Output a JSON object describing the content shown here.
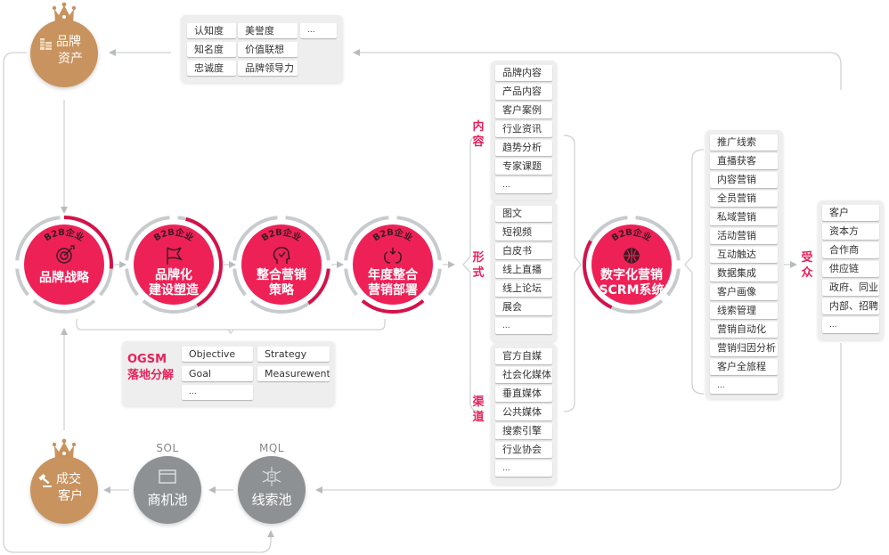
{
  "colors": {
    "accent_red": "#e8215a",
    "dark_red": "#c8103f",
    "gold": "#c8935e",
    "grey_circle": "#8e9194",
    "ring_grey": "#c8cbcd",
    "panel_bg": "#eeeeee",
    "line": "#c9cccf"
  },
  "brand_assets": {
    "label_line1": "品牌",
    "label_line2": "资产",
    "icon": "building-icon",
    "metrics": [
      "认知度",
      "美誉度",
      "...",
      "知名度",
      "价值联想",
      "忠诚度",
      "品牌领导力"
    ]
  },
  "b2b_badge": "B2B企业",
  "steps": [
    {
      "label_line1": "品牌战略",
      "label_line2": "",
      "icon": "target-icon"
    },
    {
      "label_line1": "品牌化",
      "label_line2": "建设塑造",
      "icon": "flag-icon"
    },
    {
      "label_line1": "整合营销",
      "label_line2": "策略",
      "icon": "head-icon"
    },
    {
      "label_line1": "年度整合",
      "label_line2": "营销部署",
      "icon": "recycle-icon"
    }
  ],
  "ogsm": {
    "title_line1": "OGSM",
    "title_line2": "落地分解",
    "items": [
      "Objective",
      "Strategy",
      "Goal",
      "Measurewent",
      "..."
    ]
  },
  "categories": [
    {
      "label_line1": "内",
      "label_line2": "容",
      "items": [
        "品牌内容",
        "产品内容",
        "客户案例",
        "行业资讯",
        "趋势分析",
        "专家课题",
        "..."
      ]
    },
    {
      "label_line1": "形",
      "label_line2": "式",
      "items": [
        "图文",
        "短视频",
        "白皮书",
        "线上直播",
        "线上论坛",
        "展会",
        "..."
      ]
    },
    {
      "label_line1": "渠",
      "label_line2": "道",
      "items": [
        "官方自媒",
        "社会化媒体",
        "垂直媒体",
        "公共媒体",
        "搜索引擎",
        "行业协会",
        "..."
      ]
    }
  ],
  "scrm": {
    "label_line1": "数字化营销",
    "label_line2": "SCRM系统",
    "icon": "globe-network-icon",
    "functions": [
      "推广线索",
      "直播获客",
      "内容营销",
      "全员营销",
      "私域营销",
      "活动营销",
      "互动触达",
      "数据集成",
      "客户画像",
      "线索管理",
      "营销自动化",
      "营销归因分析",
      "客户全旅程",
      "..."
    ]
  },
  "audience": {
    "label_line1": "受",
    "label_line2": "众",
    "items": [
      "客户",
      "资本方",
      "合作商",
      "供应链",
      "政府、同业",
      "内部、招聘",
      "..."
    ]
  },
  "funnel": {
    "deal": {
      "label_line1": "成交",
      "label_line2": "客户",
      "icon": "gavel-icon"
    },
    "opportunity": {
      "top_label": "SOL",
      "label": "商机池",
      "icon": "window-icon"
    },
    "lead": {
      "top_label": "MQL",
      "label": "线索池",
      "icon": "network-icon"
    }
  }
}
